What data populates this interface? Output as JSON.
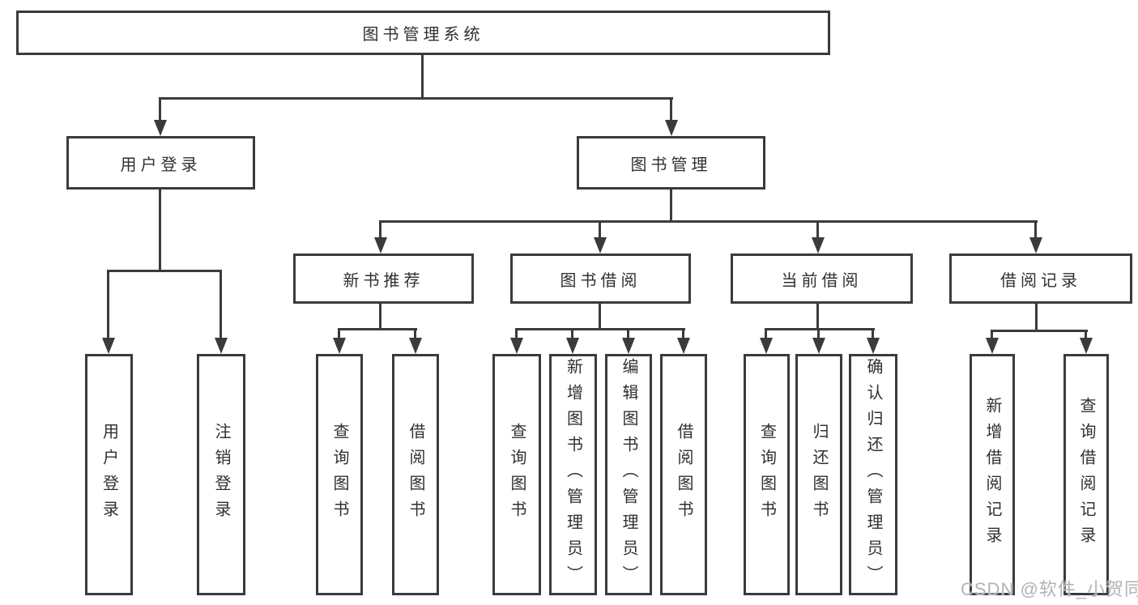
{
  "tree": {
    "label": "图书管理系统",
    "children": [
      {
        "label": "用户登录",
        "children": [
          {
            "label": "用户登录"
          },
          {
            "label": "注销登录"
          }
        ]
      },
      {
        "label": "图书管理",
        "children": [
          {
            "label": "新书推荐",
            "children": [
              {
                "label": "查询图书"
              },
              {
                "label": "借阅图书"
              }
            ]
          },
          {
            "label": "图书借阅",
            "children": [
              {
                "label": "查询图书"
              },
              {
                "label": "新增图书（管理员）"
              },
              {
                "label": "编辑图书（管理员）"
              },
              {
                "label": "借阅图书"
              }
            ]
          },
          {
            "label": "当前借阅",
            "children": [
              {
                "label": "查询图书"
              },
              {
                "label": "归还图书"
              },
              {
                "label": "确认归还（管理员）"
              }
            ]
          },
          {
            "label": "借阅记录",
            "children": [
              {
                "label": "新增借阅记录"
              },
              {
                "label": "查询借阅记录"
              }
            ]
          }
        ]
      }
    ]
  },
  "watermark": "CSDN @软件_小贺同学",
  "colors": {
    "border": "#3b3b3b",
    "text": "#303030",
    "watermark": "#b3b3b3",
    "background": "#ffffff"
  }
}
